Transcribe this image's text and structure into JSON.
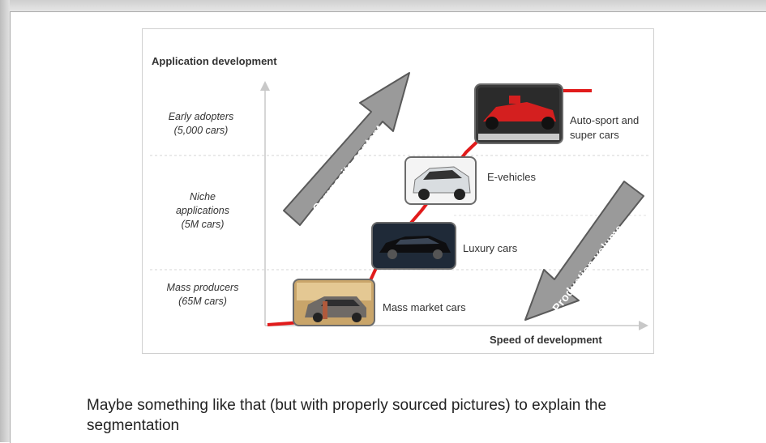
{
  "diagram": {
    "y_axis_label": "Application development",
    "x_axis_label": "Speed of development",
    "segments": [
      {
        "line1": "Early adopters",
        "line2": "(5,000 cars)",
        "line3": ""
      },
      {
        "line1": "Niche",
        "line2": "applications",
        "line3": "(5M cars)"
      },
      {
        "line1": "Mass producers",
        "line2": "(65M cars)",
        "line3": ""
      }
    ],
    "cars": [
      {
        "line1": "Auto-sport and",
        "line2": "super cars"
      },
      {
        "line1": "E-vehicles",
        "line2": ""
      },
      {
        "line1": "Luxury cars",
        "line2": ""
      },
      {
        "line1": "Mass market cars",
        "line2": ""
      }
    ],
    "arrows": {
      "up": "Composite content",
      "down": "Production volume"
    },
    "colors": {
      "curve": "#e11b1b",
      "arrow_fill": "#9a9a9a",
      "arrow_stroke": "#5a5a5a"
    }
  },
  "caption": {
    "line1": "Maybe something like that (but with properly sourced pictures) to explain the",
    "line2": "segmentation"
  }
}
